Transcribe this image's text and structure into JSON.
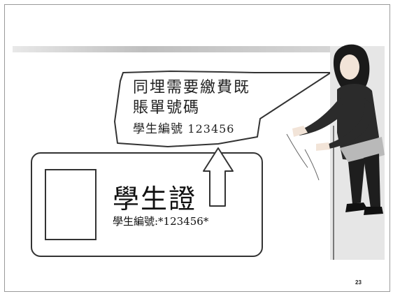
{
  "speech": {
    "line1": "同埋需要繳費既",
    "line2": "賬單號碼",
    "line3_label": "學生編號",
    "line3_number": "123456"
  },
  "card": {
    "title": "學生證",
    "id_text": "學生編號:*123456*"
  },
  "page_number": "23",
  "illustration": {
    "figure": "woman-presenting-card",
    "colors": {
      "jacket": "#2b2b2b",
      "pants": "#1e1e1e",
      "chair": "#b9b9b9",
      "skin": "#f2e4d8"
    }
  }
}
